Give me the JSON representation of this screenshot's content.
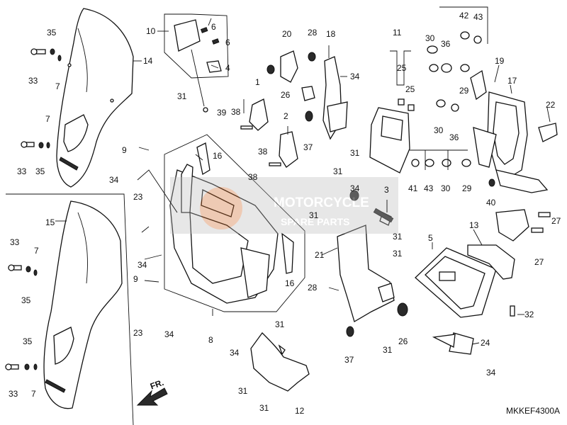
{
  "diagram": {
    "part_code": "MKKEF4300A",
    "direction_label": "FR.",
    "watermark": {
      "line1": "MOTORCYCLE",
      "line2": "SPARE PARTS"
    },
    "callouts": {
      "c1": "35",
      "c2": "33",
      "c3": "7",
      "c4": "14",
      "c5": "7",
      "c6": "33",
      "c7": "35",
      "c8": "15",
      "c9": "33",
      "c10": "7",
      "c11": "35",
      "c12": "35",
      "c13": "33",
      "c14": "7",
      "c15": "10",
      "c16": "6",
      "c17": "6",
      "c18": "4",
      "c19": "39",
      "c20": "31",
      "c21": "9",
      "c22": "16",
      "c23": "34",
      "c24": "23",
      "c25": "34",
      "c26": "9",
      "c27": "23",
      "c28": "34",
      "c29": "8",
      "c30": "16",
      "c31": "34",
      "c32": "20",
      "c33": "26",
      "c34": "1",
      "c35": "38",
      "c36": "2",
      "c37": "38",
      "c38": "38",
      "c39": "37",
      "c40": "31",
      "c41": "28",
      "c42": "18",
      "c43": "34",
      "c44": "31",
      "c45": "31",
      "c46": "34",
      "c47": "3",
      "c48": "31",
      "c49": "21",
      "c50": "31",
      "c51": "28",
      "c52": "37",
      "c53": "31",
      "c54": "26",
      "c55": "31",
      "c56": "12",
      "c57": "31",
      "c58": "31",
      "c59": "11",
      "c60": "25",
      "c61": "25",
      "c62": "41",
      "c63": "43",
      "c64": "30",
      "c65": "29",
      "c66": "30",
      "c67": "36",
      "c68": "42",
      "c69": "43",
      "c70": "19",
      "c71": "29",
      "c72": "30",
      "c73": "36",
      "c74": "17",
      "c75": "22",
      "c76": "40",
      "c77": "27",
      "c78": "27",
      "c79": "13",
      "c80": "5",
      "c81": "32",
      "c82": "24",
      "c83": "34"
    }
  }
}
